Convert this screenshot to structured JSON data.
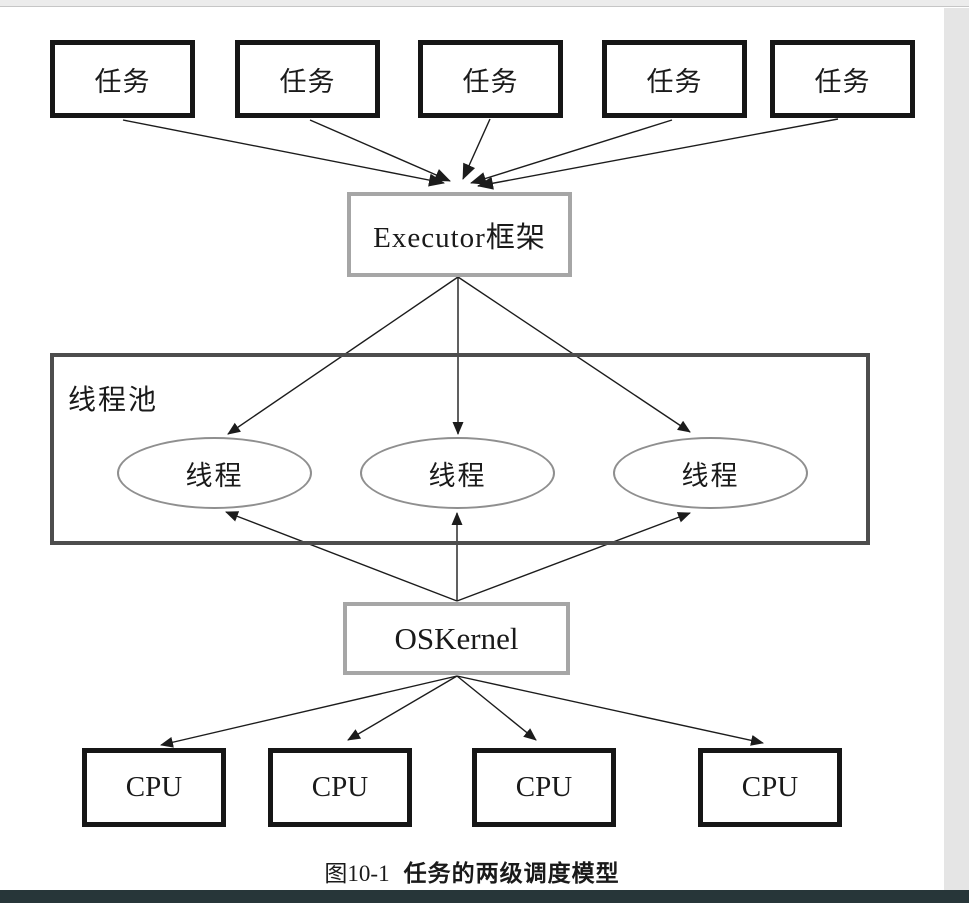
{
  "diagram": {
    "tasks": [
      {
        "label": "任务"
      },
      {
        "label": "任务"
      },
      {
        "label": "任务"
      },
      {
        "label": "任务"
      },
      {
        "label": "任务"
      }
    ],
    "executor": {
      "label": "Executor框架"
    },
    "thread_pool": {
      "label": "线程池",
      "threads": [
        {
          "label": "线程"
        },
        {
          "label": "线程"
        },
        {
          "label": "线程"
        }
      ]
    },
    "os_kernel": {
      "label": "OSKernel"
    },
    "cpus": [
      {
        "label": "CPU"
      },
      {
        "label": "CPU"
      },
      {
        "label": "CPU"
      },
      {
        "label": "CPU"
      }
    ]
  },
  "caption": {
    "figure_number": "图10-1",
    "title": "任务的两级调度模型"
  },
  "colors": {
    "node_border_black": "#161616",
    "node_border_gray": "#a6a6a6",
    "pool_border": "#4d4d4d",
    "ellipse_border": "#8f8f8f",
    "arrow": "#1c1c1c",
    "top_strip": "#ececec",
    "right_strip": "#e5e5e5",
    "bottom_bar": "#273639"
  }
}
